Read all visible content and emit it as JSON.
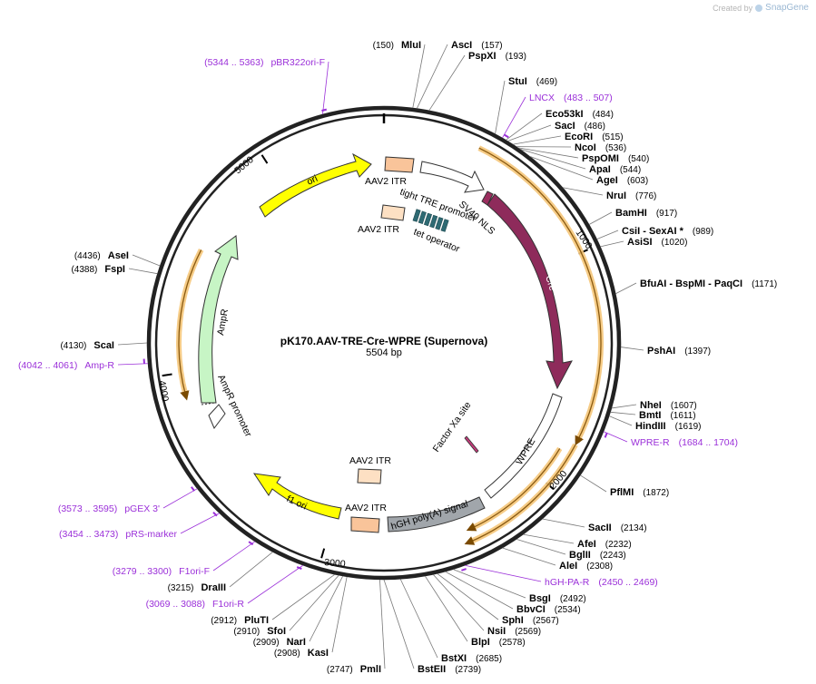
{
  "credit": {
    "prefix": "Created by",
    "brand": "SnapGene"
  },
  "plasmid": {
    "name": "pK170.AAV-TRE-Cre-WPRE (Supernova)",
    "length": "5504 bp"
  },
  "features": {
    "ori": "ori",
    "itr1": "AAV2 ITR",
    "tight_tre": "tight TRE promoter",
    "itr2": "AAV2 ITR",
    "tet_op": "tet operator",
    "sv40": "SV40 NLS",
    "cre": "Cre",
    "factor_xa": "Factor Xa site",
    "wpre": "WPRE",
    "hgh": "hGH poly(A) signal",
    "itr3": "AAV2 ITR",
    "itr4": "AAV2 ITR",
    "f1ori": "f1 ori",
    "ampr": "AmpR",
    "ampr_promoter": "AmpR promoter"
  },
  "ticks": {
    "t1000": "1000",
    "t2000": "2000",
    "t3000": "3000",
    "t4000": "4000",
    "t5000": "5000"
  },
  "colors": {
    "primer": "#9b30d9",
    "orf_arc": "#f5c77a",
    "backbone": "#222222"
  },
  "sites": [
    {
      "name": "MluI",
      "pos": "(150)",
      "kind": "enzyme"
    },
    {
      "name": "AscI",
      "pos": "(157)",
      "kind": "enzyme"
    },
    {
      "name": "PspXI",
      "pos": "(193)",
      "kind": "enzyme"
    },
    {
      "name": "StuI",
      "pos": "(469)",
      "kind": "enzyme"
    },
    {
      "name": "LNCX",
      "pos": "(483 .. 507)",
      "kind": "primer"
    },
    {
      "name": "Eco53kI",
      "pos": "(484)",
      "kind": "enzyme"
    },
    {
      "name": "SacI",
      "pos": "(486)",
      "kind": "enzyme"
    },
    {
      "name": "EcoRI",
      "pos": "(515)",
      "kind": "enzyme"
    },
    {
      "name": "NcoI",
      "pos": "(536)",
      "kind": "enzyme"
    },
    {
      "name": "PspOMI",
      "pos": "(540)",
      "kind": "enzyme"
    },
    {
      "name": "ApaI",
      "pos": "(544)",
      "kind": "enzyme"
    },
    {
      "name": "AgeI",
      "pos": "(603)",
      "kind": "enzyme"
    },
    {
      "name": "NruI",
      "pos": "(776)",
      "kind": "enzyme"
    },
    {
      "name": "BamHI",
      "pos": "(917)",
      "kind": "enzyme"
    },
    {
      "name": "CsiI - SexAI *",
      "pos": "(989)",
      "kind": "enzyme"
    },
    {
      "name": "AsiSI",
      "pos": "(1020)",
      "kind": "enzyme"
    },
    {
      "name": "BfuAI - BspMI - PaqCI",
      "pos": "(1171)",
      "kind": "enzyme"
    },
    {
      "name": "PshAI",
      "pos": "(1397)",
      "kind": "enzyme"
    },
    {
      "name": "NheI",
      "pos": "(1607)",
      "kind": "enzyme"
    },
    {
      "name": "BmtI",
      "pos": "(1611)",
      "kind": "enzyme"
    },
    {
      "name": "HindIII",
      "pos": "(1619)",
      "kind": "enzyme"
    },
    {
      "name": "WPRE-R",
      "pos": "(1684 .. 1704)",
      "kind": "primer"
    },
    {
      "name": "PflMI",
      "pos": "(1872)",
      "kind": "enzyme"
    },
    {
      "name": "SacII",
      "pos": "(2134)",
      "kind": "enzyme"
    },
    {
      "name": "AfeI",
      "pos": "(2232)",
      "kind": "enzyme"
    },
    {
      "name": "BglII",
      "pos": "(2243)",
      "kind": "enzyme"
    },
    {
      "name": "AleI",
      "pos": "(2308)",
      "kind": "enzyme"
    },
    {
      "name": "hGH-PA-R",
      "pos": "(2450 .. 2469)",
      "kind": "primer"
    },
    {
      "name": "BsgI",
      "pos": "(2492)",
      "kind": "enzyme"
    },
    {
      "name": "BbvCI",
      "pos": "(2534)",
      "kind": "enzyme"
    },
    {
      "name": "SphI",
      "pos": "(2567)",
      "kind": "enzyme"
    },
    {
      "name": "NsiI",
      "pos": "(2569)",
      "kind": "enzyme"
    },
    {
      "name": "BlpI",
      "pos": "(2578)",
      "kind": "enzyme"
    },
    {
      "name": "BstXI",
      "pos": "(2685)",
      "kind": "enzyme"
    },
    {
      "name": "BstEII",
      "pos": "(2739)",
      "kind": "enzyme"
    },
    {
      "name": "PmlI",
      "pos": "(2747)",
      "kind": "enzyme"
    },
    {
      "name": "KasI",
      "pos": "(2908)",
      "kind": "enzyme"
    },
    {
      "name": "NarI",
      "pos": "(2909)",
      "kind": "enzyme"
    },
    {
      "name": "SfoI",
      "pos": "(2910)",
      "kind": "enzyme"
    },
    {
      "name": "PluTI",
      "pos": "(2912)",
      "kind": "enzyme"
    },
    {
      "name": "F1ori-R",
      "pos": "(3069 .. 3088)",
      "kind": "primer"
    },
    {
      "name": "DraIII",
      "pos": "(3215)",
      "kind": "enzyme"
    },
    {
      "name": "F1ori-F",
      "pos": "(3279 .. 3300)",
      "kind": "primer"
    },
    {
      "name": "pRS-marker",
      "pos": "(3454 .. 3473)",
      "kind": "primer"
    },
    {
      "name": "pGEX 3'",
      "pos": "(3573 .. 3595)",
      "kind": "primer"
    },
    {
      "name": "Amp-R",
      "pos": "(4042 .. 4061)",
      "kind": "primer"
    },
    {
      "name": "ScaI",
      "pos": "(4130)",
      "kind": "enzyme"
    },
    {
      "name": "FspI",
      "pos": "(4388)",
      "kind": "enzyme"
    },
    {
      "name": "AseI",
      "pos": "(4436)",
      "kind": "enzyme"
    },
    {
      "name": "pBR322ori-F",
      "pos": "(5344 .. 5363)",
      "kind": "primer"
    }
  ]
}
